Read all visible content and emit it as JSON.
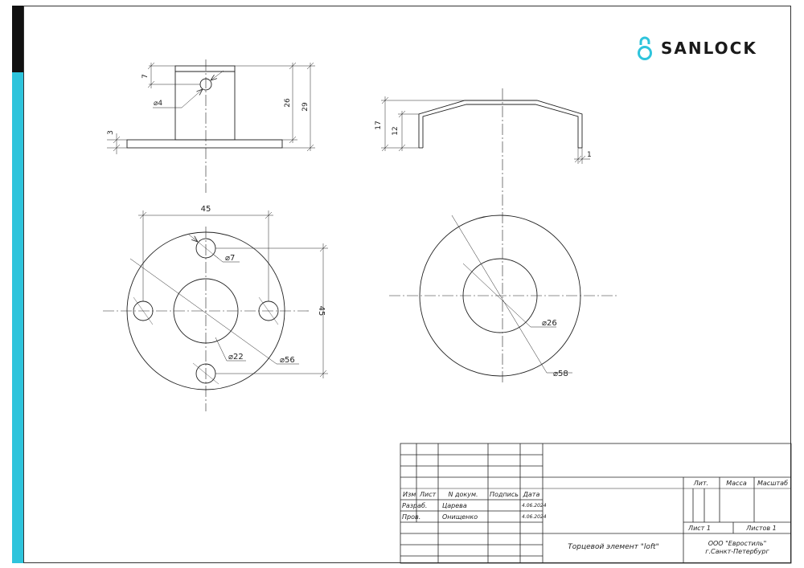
{
  "brand": {
    "name": "SANLOCK",
    "icon": "lock-icon",
    "icon_color": "#2ec4dc",
    "stripe_accent": "#2ec4dc"
  },
  "dimensions": {
    "side_hole_offset": "7",
    "side_hole_diameter": "⌀4",
    "side_height_inner": "26",
    "side_height_total": "29",
    "side_flange_thickness": "3",
    "cap_height_total": "17",
    "cap_height_inner": "12",
    "cap_thickness": "1",
    "top_span_h": "45",
    "top_span_v": "45",
    "top_small_hole": "⌀7",
    "top_center_hole": "⌀22",
    "top_outer_diameter": "⌀56",
    "cap_inner_diameter": "⌀26",
    "cap_outer_diameter": "⌀58"
  },
  "title_block": {
    "headers": {
      "izm": "Изм",
      "list": "Лист",
      "doc_no": "N докум.",
      "signature": "Подпись",
      "date": "Дата"
    },
    "rows": [
      {
        "role": "Разраб.",
        "name": "Царева",
        "date": "4.06.2024"
      },
      {
        "role": "Пров.",
        "name": "Онищенко",
        "date": "4.06.2024"
      }
    ],
    "lit": "Лит.",
    "mass": "Масса",
    "scale": "Масштаб",
    "sheet": "Лист 1",
    "sheets": "Листов 1",
    "product_name": "Торцевой элемент \"loft\"",
    "company": "ООО \"Евростиль\"",
    "city": "г.Санкт-Петербург"
  }
}
